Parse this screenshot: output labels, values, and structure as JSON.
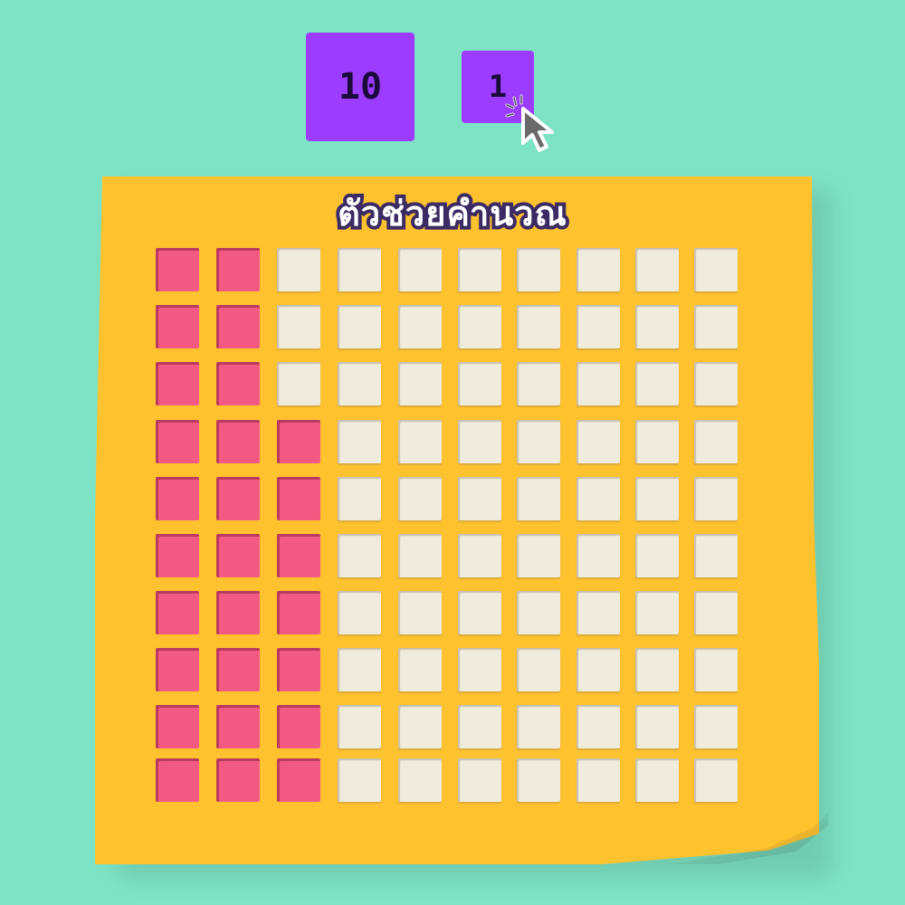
{
  "tiles": {
    "ten_label": "10",
    "one_label": "1"
  },
  "note": {
    "title": "ตัวช่วยคำนวณ"
  },
  "grid": {
    "rows": 10,
    "cols": 10,
    "filled_per_row": [
      2,
      2,
      2,
      3,
      3,
      3,
      3,
      3,
      3,
      3
    ],
    "filled_total": 27,
    "colors": {
      "filled": "#f25a83",
      "empty": "#f0ecdd",
      "note": "#fec22f",
      "background": "#7ee3c4",
      "tile": "#9b3cff"
    }
  },
  "icons": {
    "cursor": "hand-pointer-click-icon"
  }
}
